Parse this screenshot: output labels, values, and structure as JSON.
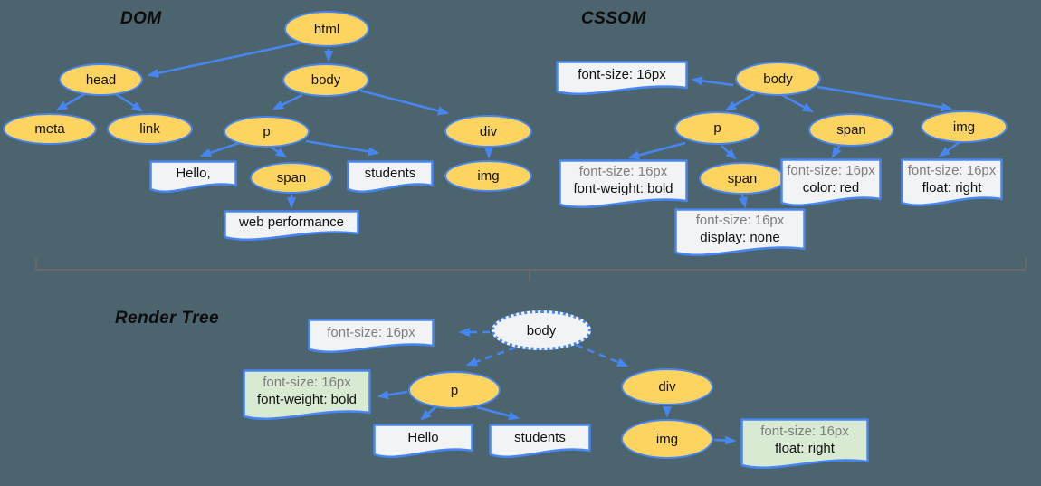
{
  "titles": {
    "dom": "DOM",
    "cssom": "CSSOM",
    "render": "Render Tree"
  },
  "dom": {
    "nodes": {
      "html": "html",
      "head": "head",
      "body": "body",
      "meta": "meta",
      "link": "link",
      "p": "p",
      "div": "div",
      "span": "span",
      "img": "img"
    },
    "texts": {
      "hello": "Hello,",
      "students": "students",
      "web_performance": "web performance"
    }
  },
  "cssom": {
    "nodes": {
      "body": "body",
      "p": "p",
      "span_in_body": "span",
      "span_in_p": "span",
      "img": "img"
    },
    "rules": {
      "body": [
        "font-size: 16px"
      ],
      "p": [
        "font-size: 16px",
        "font-weight: bold"
      ],
      "span_in_p": [
        "font-size: 16px",
        "display: none"
      ],
      "span_in_body": [
        "font-size: 16px",
        "color: red"
      ],
      "img": [
        "font-size: 16px",
        "float: right"
      ]
    }
  },
  "render": {
    "nodes": {
      "body": "body",
      "p": "p",
      "div": "div",
      "img": "img"
    },
    "texts": {
      "hello": "Hello",
      "students": "students"
    },
    "rules": {
      "body": [
        "font-size: 16px"
      ],
      "p": [
        "font-size: 16px",
        "font-weight: bold"
      ],
      "img": [
        "font-size: 16px",
        "float: right"
      ]
    }
  },
  "colors": {
    "background": "#4c646d",
    "node_fill": "#fcd45f",
    "node_border": "#4786f2",
    "arrow": "#4786f2",
    "box_fill": "#f1f3f4",
    "box_fill_highlight": "#d9ead3",
    "muted_text": "#7e7e7e",
    "text": "#111111",
    "divider": "#6f6b67"
  }
}
